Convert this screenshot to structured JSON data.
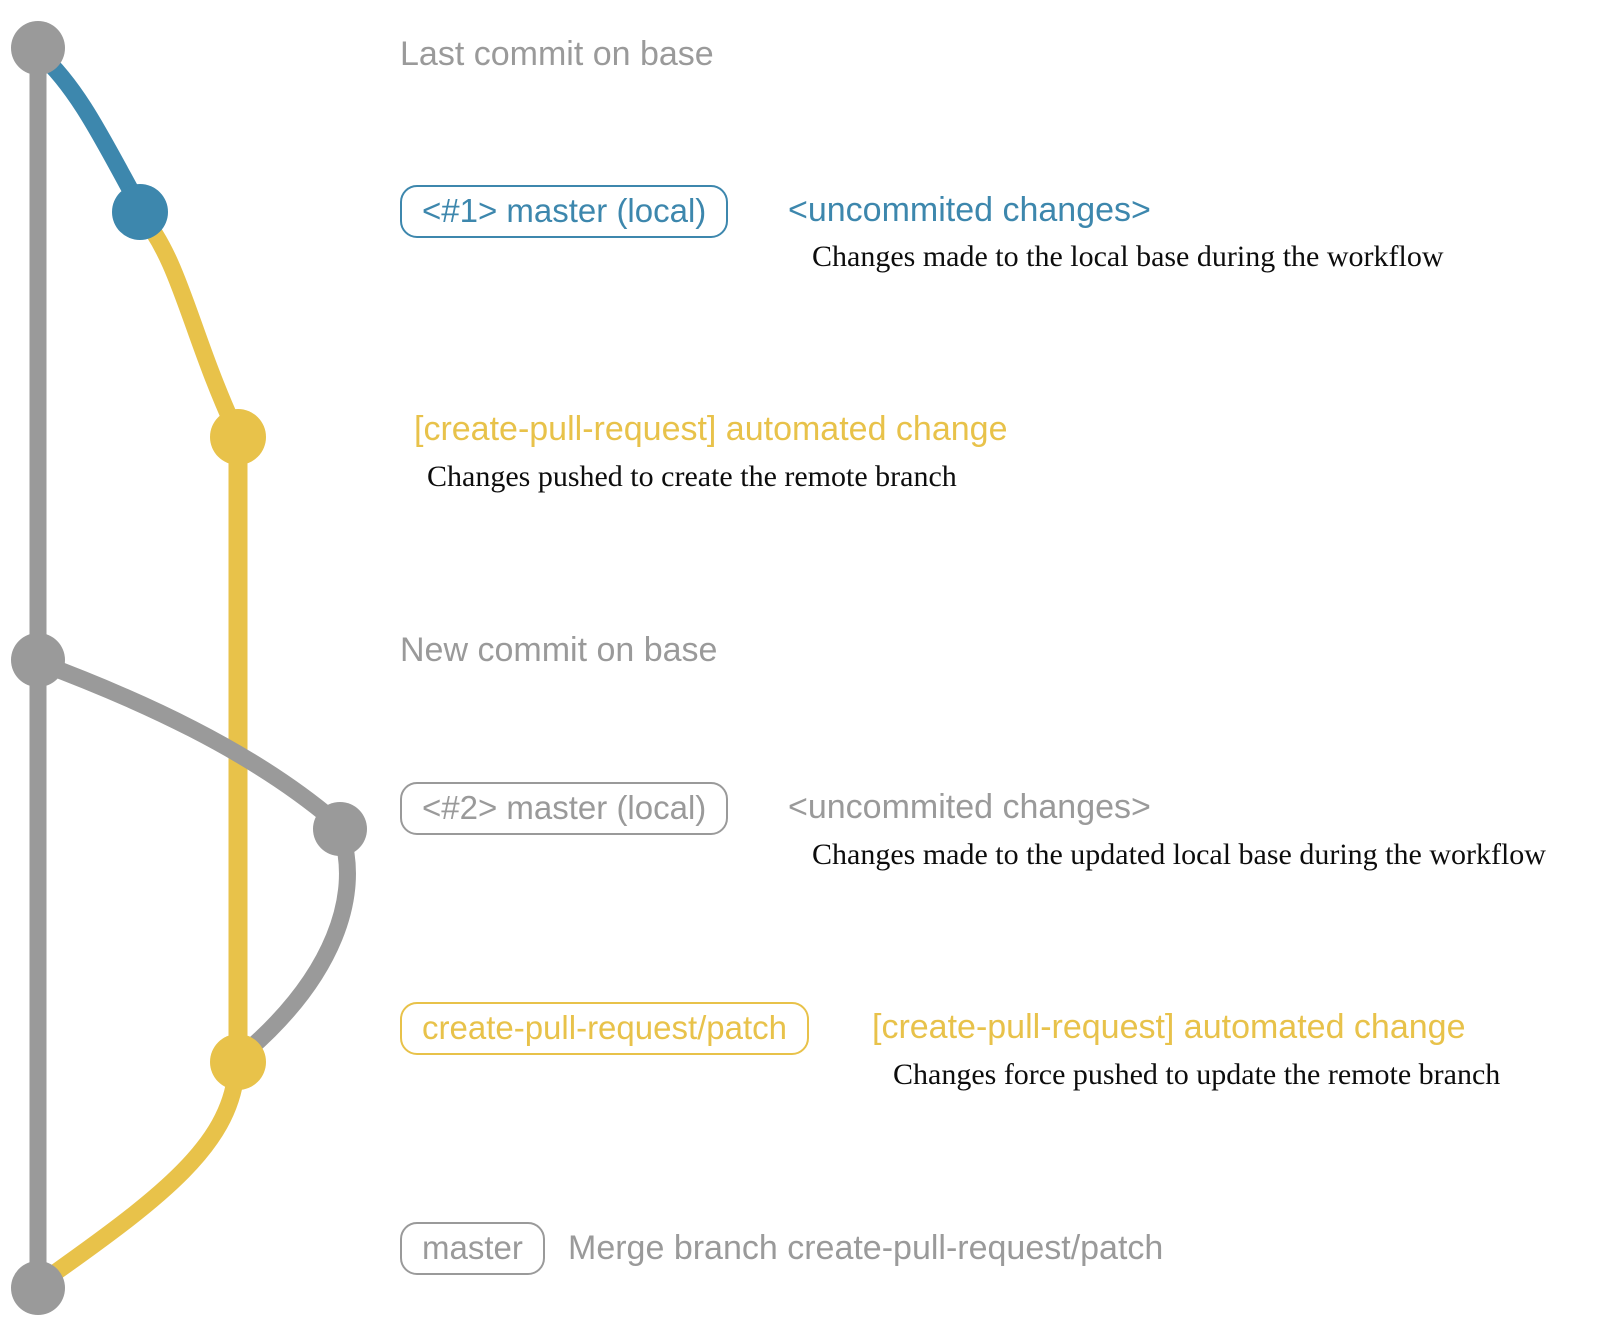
{
  "colors": {
    "gray": "#9a9a9a",
    "blue": "#3d87ad",
    "yellow": "#e8c24a",
    "text": "#0d0d0d",
    "background": "#ffffff"
  },
  "graph": {
    "branch_names": [
      "base",
      "master-local",
      "create-pull-request-patch"
    ],
    "commit_icons": [
      "gray-commit-dot",
      "blue-commit-dot",
      "yellow-commit-dot",
      "gray-commit-dot",
      "gray-commit-dot",
      "yellow-commit-dot",
      "gray-commit-dot"
    ]
  },
  "annotations": [
    {
      "id": "last-commit-on-base",
      "label": "Last commit on base"
    },
    {
      "id": "master-local-1",
      "badge": "<#1> master (local)",
      "title": "<uncommited changes>",
      "desc": "Changes made to the local base during the workflow"
    },
    {
      "id": "automated-change-1",
      "title": "[create-pull-request] automated change",
      "desc": "Changes pushed to create the remote branch"
    },
    {
      "id": "new-commit-on-base",
      "label": "New commit on base"
    },
    {
      "id": "master-local-2",
      "badge": "<#2> master (local)",
      "title": "<uncommited changes>",
      "desc": "Changes made to the updated local base during the workflow"
    },
    {
      "id": "create-pull-request-patch",
      "badge": "create-pull-request/patch",
      "title": "[create-pull-request] automated change",
      "desc": "Changes force pushed to update the remote branch"
    },
    {
      "id": "master-merge",
      "badge": "master",
      "title": "Merge branch create-pull-request/patch"
    }
  ]
}
